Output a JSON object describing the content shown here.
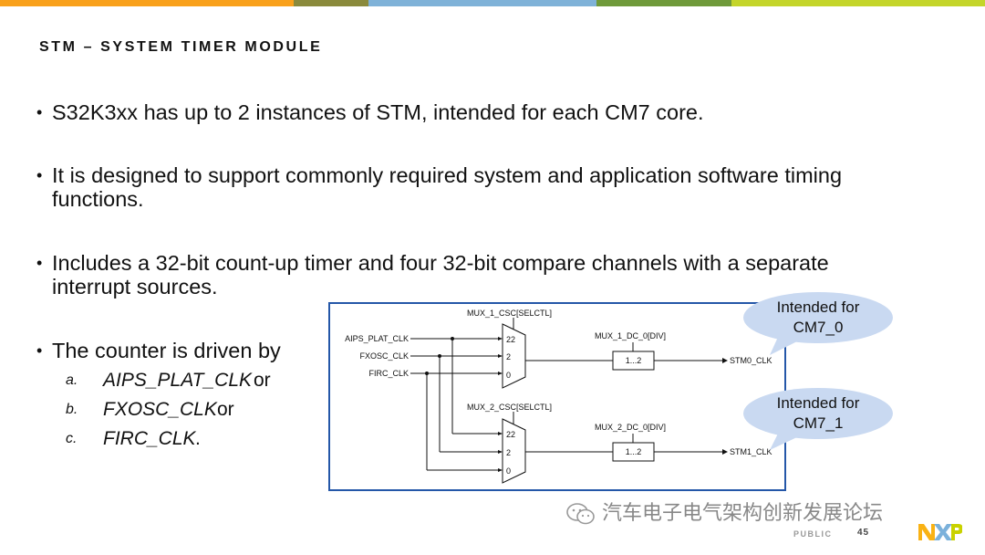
{
  "slide": {
    "title": "STM – SYSTEM TIMER MODULE",
    "bullets": [
      {
        "dot": "•",
        "lines": [
          "S32K3xx has up to 2 instances of STM, intended for each CM7 core."
        ]
      },
      {
        "dot": "•",
        "lines": [
          "It is designed to support commonly required system and application software timing",
          "functions."
        ]
      },
      {
        "dot": "•",
        "lines": [
          "Includes a 32-bit count-up timer and four 32-bit compare channels with a separate",
          "interrupt sources."
        ]
      },
      {
        "dot": "•",
        "lines": [
          "The counter is driven by"
        ]
      }
    ],
    "sub_items": [
      {
        "letter": "a.",
        "text": "AIPS_PLAT_CLK",
        "trail": " or"
      },
      {
        "letter": "b.",
        "text": "FXOSC_CLK",
        "trail": " or"
      },
      {
        "letter": "c.",
        "text": "FIRC_CLK",
        "trail": "."
      }
    ]
  },
  "diagram": {
    "inputs": [
      "AIPS_PLAT_CLK",
      "FXOSC_CLK",
      "FIRC_CLK"
    ],
    "mux1": {
      "sel_label": "MUX_1_CSC[SELCTL]",
      "in_labels": [
        "22",
        "2",
        "0"
      ],
      "div_label": "MUX_1_DC_0[DIV]",
      "div_box": "1...2",
      "output": "STM0_CLK"
    },
    "mux2": {
      "sel_label": "MUX_2_CSC[SELCTL]",
      "in_labels": [
        "22",
        "2",
        "0"
      ],
      "div_label": "MUX_2_DC_0[DIV]",
      "div_box": "1...2",
      "output": "STM1_CLK"
    }
  },
  "callouts": [
    {
      "line1": "Intended for",
      "line2": "CM7_0"
    },
    {
      "line1": "Intended for",
      "line2": "CM7_1"
    }
  ],
  "watermark": "汽车电子电气架构创新发展论坛",
  "footer": {
    "classification": "PUBLIC",
    "page": "45"
  },
  "colors": {
    "topbar": [
      "#f9a11b",
      "#8a8a3c",
      "#7fb2d8",
      "#6f9a3a",
      "#c4d52a"
    ],
    "frame": "#2457a8",
    "callout_fill": "#c9d9f1",
    "logo": [
      "#f9b214",
      "#7bb1db",
      "#c9d200"
    ]
  },
  "icons": [
    "wechat-icon",
    "nxp-logo"
  ]
}
